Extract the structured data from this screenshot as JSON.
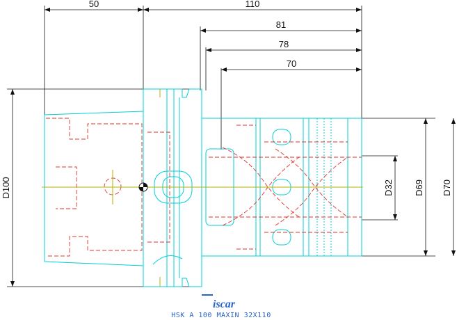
{
  "drawing": {
    "colors": {
      "dimension": "#111111",
      "outline": "#00d4d4",
      "hidden": "#e0312a",
      "centerline": "#b9b000",
      "logo": "#2b63c7"
    },
    "dimensions": {
      "top_left": "50",
      "top_overall": "110",
      "len_81": "81",
      "len_78": "78",
      "len_70": "70",
      "dia_flange": "D100",
      "dia_bore": "D32",
      "dia_body": "D69",
      "dia_outer": "D70"
    },
    "logo_text": "iscar",
    "caption": "HSK A 100 MAXIN 32X110"
  }
}
